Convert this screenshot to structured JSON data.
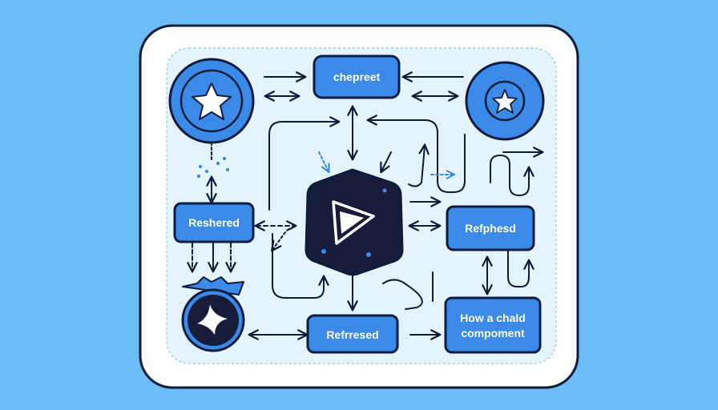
{
  "diagram": {
    "colors": {
      "background": "#6cbcf6",
      "card": "#ffffff",
      "card_border": "#0d1b3d",
      "panel": "#e5f3fd",
      "node_fill": "#3c8ae8",
      "node_border": "#0d1b3d",
      "dark_node": "#161c3a",
      "arrow": "#0d1b3d",
      "accent_dash": "#2f86e6"
    },
    "nodes": {
      "top": {
        "label": "chepreet"
      },
      "left": {
        "label": "Reshered"
      },
      "right": {
        "label": "Refphesd"
      },
      "bottom": {
        "label": "Refrresed"
      },
      "component": {
        "line1": "How a chald",
        "line2": "compoment"
      }
    },
    "icons": {
      "star_badge_left": "star-icon",
      "star_badge_right": "star-icon",
      "center": "play-icon",
      "bottom_left_badge": "sparkle-icon"
    }
  }
}
